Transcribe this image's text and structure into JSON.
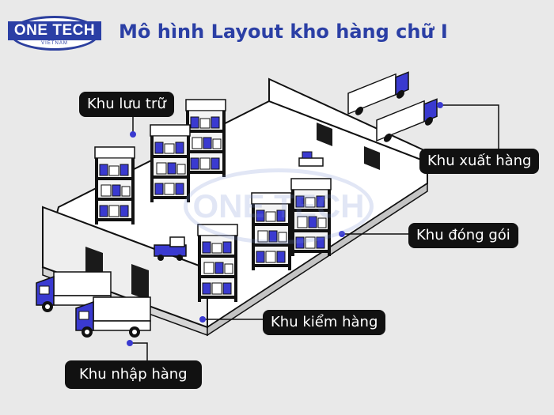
{
  "logo": {
    "name": "ONE TECH",
    "sub": "VIETNAM",
    "watermark": "ONE TECH"
  },
  "title": "Mô hình Layout kho hàng chữ I",
  "zones": {
    "storage": "Khu lưu trữ",
    "shipping": "Khu xuất hàng",
    "packing": "Khu đóng gói",
    "inspection": "Khu kiểm hàng",
    "receiving": "Khu nhập hàng"
  },
  "colors": {
    "brand": "#2b3fa5",
    "accent": "#3a3ad0",
    "label_bg": "#111111",
    "background": "#e9e9e9"
  }
}
